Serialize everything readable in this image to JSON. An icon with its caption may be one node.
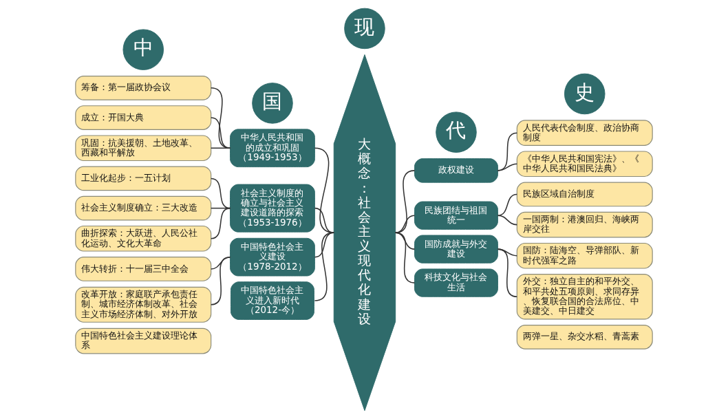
{
  "diagram": {
    "nodes": [
      {
        "text": [
          "中"
        ]
      },
      {
        "text": [
          "国"
        ]
      },
      {
        "text": [
          "现"
        ]
      },
      {
        "text": [
          "代"
        ]
      },
      {
        "text": [
          "史"
        ]
      },
      {
        "text": [
          "大概念：社会主义现代化建设"
        ]
      },
      {
        "text": [
          "中华人民共和国的成立和巩固（1949-1953）"
        ]
      },
      {
        "text": [
          "社会主义制度的确立与社会主义建设道路的探索（1953-1976）"
        ]
      },
      {
        "text": [
          "中国特色社会主义建设（1978-2012）"
        ]
      },
      {
        "text": [
          "中国特色社会主义进入新时代（2012-今）"
        ]
      },
      {
        "text": [
          "政权建设"
        ]
      },
      {
        "text": [
          "民族团结与祖国统一"
        ]
      },
      {
        "text": [
          "国防成就与外交建设"
        ]
      },
      {
        "text": [
          "科技文化与社会生活"
        ]
      },
      {
        "text": [
          "筹备：第一届政协会议"
        ]
      },
      {
        "text": [
          "成立：开国大典"
        ]
      },
      {
        "text": [
          "巩固：抗美援朝、土地改革、西藏和平解放"
        ]
      },
      {
        "text": [
          "工业化起步：一五计划"
        ]
      },
      {
        "text": [
          "社会主义制度确立：三大改造"
        ]
      },
      {
        "text": [
          "曲折探索：大跃进、人民公社化运动、文化大革命"
        ]
      },
      {
        "text": [
          "伟大转折：十一届三中全会"
        ]
      },
      {
        "text": [
          "改革开放：家庭联产承包责任制、城市经济体制改革、社会主义市场经济体制、对外开放"
        ]
      },
      {
        "text": [
          "中国特色社会主义建设理论体系"
        ]
      },
      {
        "text": [
          "人民代表代会制度、政治协商制度"
        ]
      },
      {
        "text": [
          "《中华人民共和国宪法》、《中华人民共和国民法典》"
        ]
      },
      {
        "text": [
          "民族区域自治制度"
        ]
      },
      {
        "text": [
          "一国两制：港澳回归、海峡两岸交往"
        ]
      },
      {
        "text": [
          "国防：陆海空、导弹部队、新时代强军之路"
        ]
      },
      {
        "text": [
          "外交：独立自主的和平外交、和平共处五项原则、求同存异、恢复联合国的合法席位、中美建交、中日建交"
        ]
      },
      {
        "text": [
          "两弹一星、杂交水稻、青蒿素"
        ]
      }
    ],
    "edges": [
      {
        "from": 14,
        "to": 6,
        "arrow": "none"
      },
      {
        "from": 15,
        "to": 6,
        "arrow": "none"
      },
      {
        "from": 16,
        "to": 6,
        "arrow": "none"
      },
      {
        "from": 17,
        "to": 7,
        "arrow": "none"
      },
      {
        "from": 18,
        "to": 7,
        "arrow": "none"
      },
      {
        "from": 19,
        "to": 7,
        "arrow": "none"
      },
      {
        "from": 20,
        "to": 8,
        "arrow": "none"
      },
      {
        "from": 21,
        "to": 8,
        "arrow": "none"
      },
      {
        "from": 6,
        "to": 5,
        "arrow": "none"
      },
      {
        "from": 7,
        "to": 5,
        "arrow": "none"
      },
      {
        "from": 8,
        "to": 5,
        "arrow": "none"
      },
      {
        "from": 9,
        "to": 5,
        "arrow": "none"
      },
      {
        "from": 5,
        "to": 10,
        "arrow": "none"
      },
      {
        "from": 5,
        "to": 11,
        "arrow": "none"
      },
      {
        "from": 5,
        "to": 12,
        "arrow": "none"
      },
      {
        "from": 5,
        "to": 13,
        "arrow": "none"
      },
      {
        "from": 10,
        "to": 23,
        "arrow": "none"
      },
      {
        "from": 10,
        "to": 24,
        "arrow": "none"
      },
      {
        "from": 11,
        "to": 25,
        "arrow": "none"
      },
      {
        "from": 11,
        "to": 26,
        "arrow": "none"
      },
      {
        "from": 12,
        "to": 27,
        "arrow": "none"
      },
      {
        "from": 12,
        "to": 28,
        "arrow": "none"
      }
    ]
  }
}
